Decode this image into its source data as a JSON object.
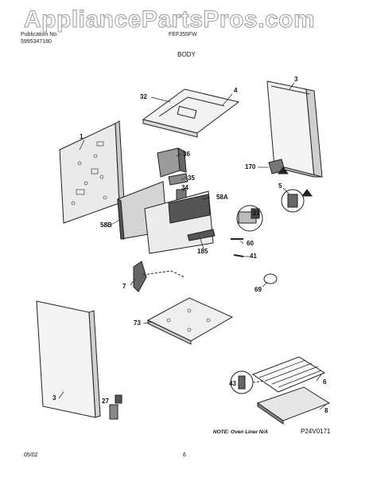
{
  "watermark": "AppliancePartsPros.com",
  "header": {
    "publication_label": "Publication No.",
    "publication_number": "5995347180",
    "model": "FEF355FW",
    "title": "BODY"
  },
  "labels": {
    "l32": "32",
    "l4": "4",
    "l3a": "3",
    "l1": "1",
    "l36": "36",
    "l35": "35",
    "l34": "34",
    "l58a": "58A",
    "l58b": "58B",
    "l170": "170",
    "l5": "5",
    "l21": "21",
    "l60": "60",
    "l185": "185",
    "l41": "41",
    "l7": "7",
    "l69": "69",
    "l73": "73",
    "l3b": "3",
    "l27": "27",
    "l43": "43",
    "l6": "6",
    "l8": "8"
  },
  "note": "NOTE: Oven Liner N/A",
  "diagram_code": "P24V0171",
  "footer": {
    "date": "05/02",
    "page": "6"
  }
}
